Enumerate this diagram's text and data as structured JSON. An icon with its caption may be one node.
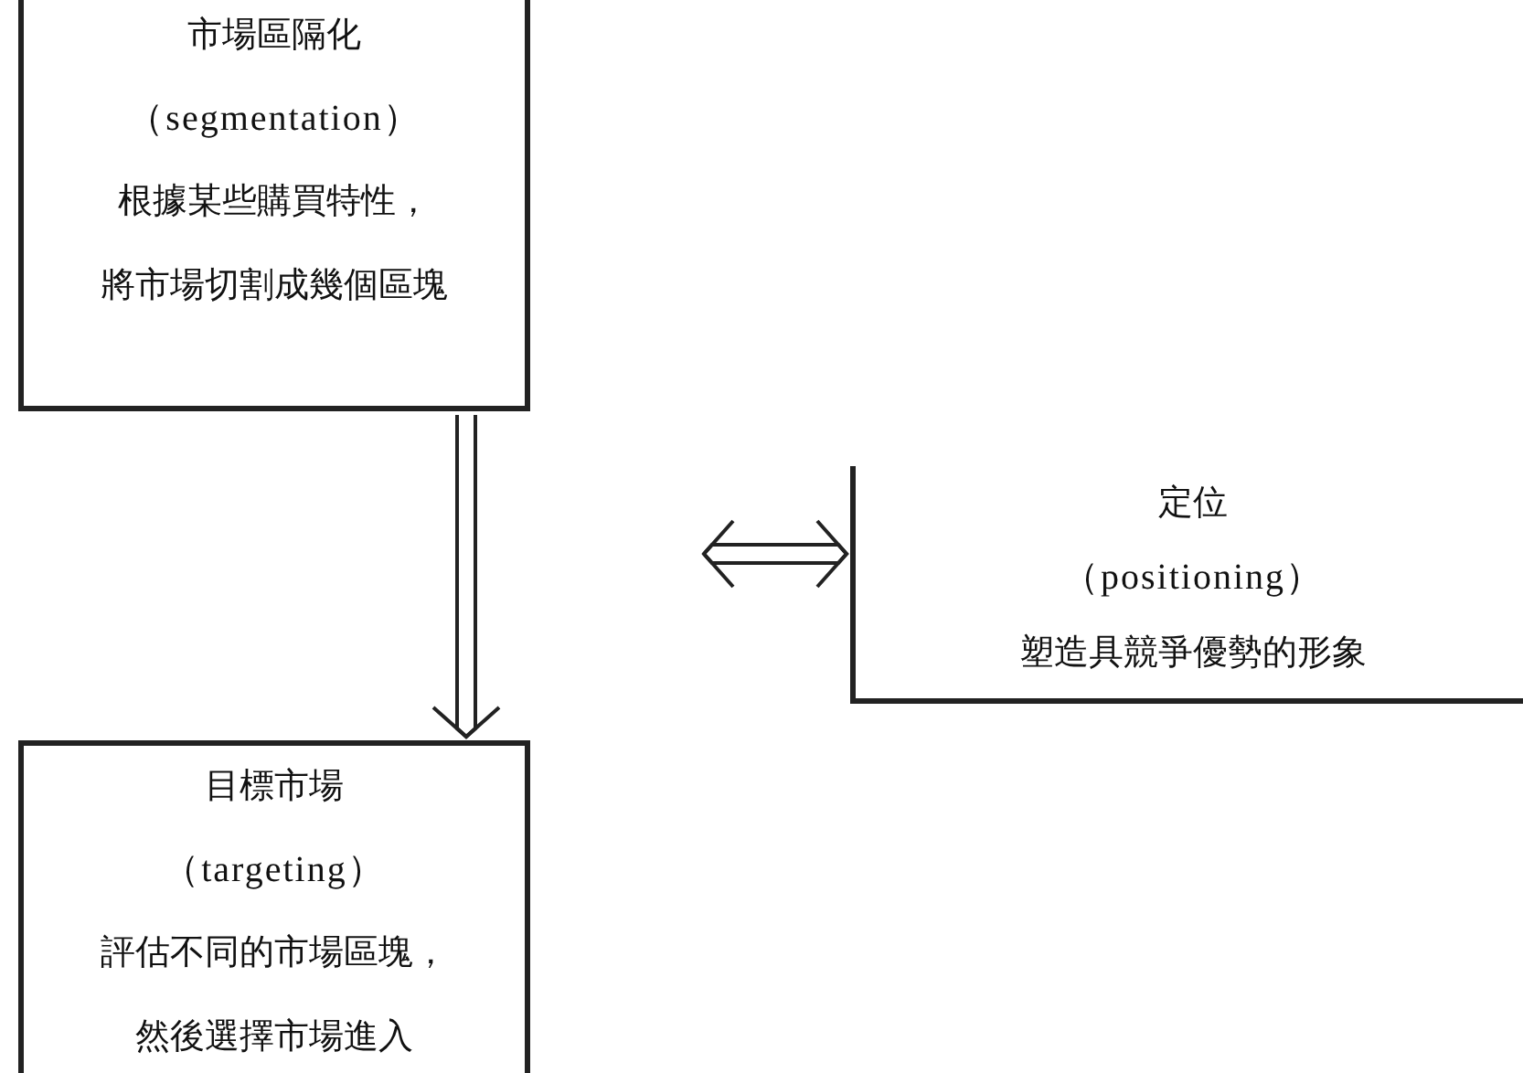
{
  "diagram": {
    "nodes": [
      {
        "text": [
          "市場區隔化",
          "（segmentation）",
          "根據某些購買特性，",
          "將市場切割成幾個區塊"
        ]
      },
      {
        "text": [
          "定位",
          "（positioning）",
          "塑造具競爭優勢的形象"
        ]
      },
      {
        "text": [
          "目標市場",
          "（targeting）",
          "評估不同的市場區塊，",
          "然後選擇市場進入"
        ]
      }
    ],
    "edges": [
      {
        "from": 0,
        "to": 2,
        "arrow": "to"
      },
      {
        "from": null,
        "to": 1,
        "arrow": "both"
      }
    ]
  }
}
